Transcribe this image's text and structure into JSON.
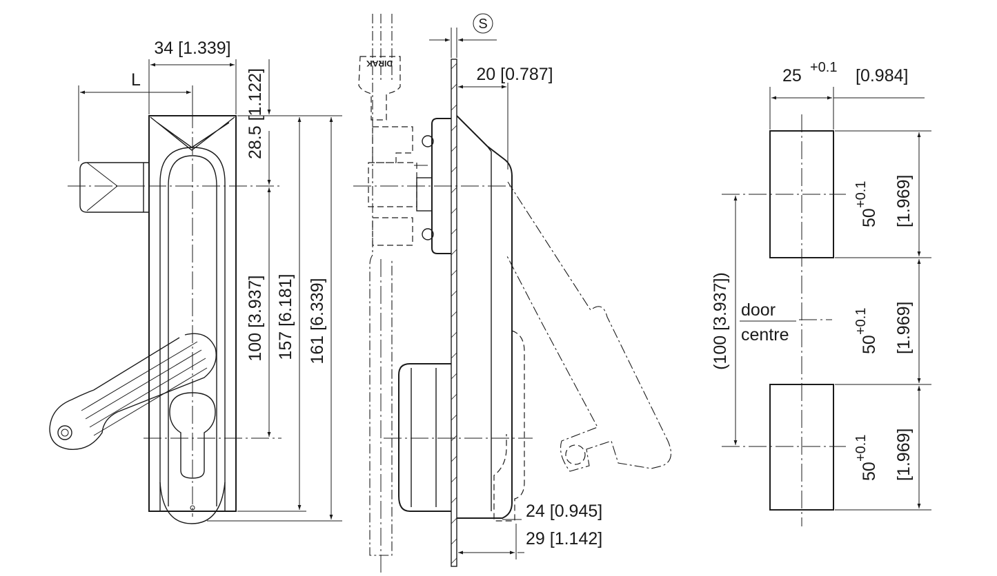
{
  "front_view": {
    "dim_width": "34 [1.339]",
    "dim_L": "L",
    "dim_top": "28.5 [1.122]",
    "dim_100": "100 [3.937]",
    "dim_157": "157 [6.181]",
    "dim_161": "161 [6.339]"
  },
  "side_view": {
    "symbol_s": "S",
    "dim_depth": "20 [0.787]",
    "dim_24": "24 [0.945]",
    "dim_29": "29 [1.142]",
    "key_brand": "DIRAK"
  },
  "cutout_view": {
    "dim_width": "25",
    "dim_width_tol": "+0.1",
    "dim_width_in": "[0.984]",
    "dim_height": "50",
    "dim_height_tol": "+0.1",
    "dim_height_in": "[1.969]",
    "dim_centres": "(100 [3.937])",
    "door_label": "door",
    "centre_label": "centre"
  }
}
